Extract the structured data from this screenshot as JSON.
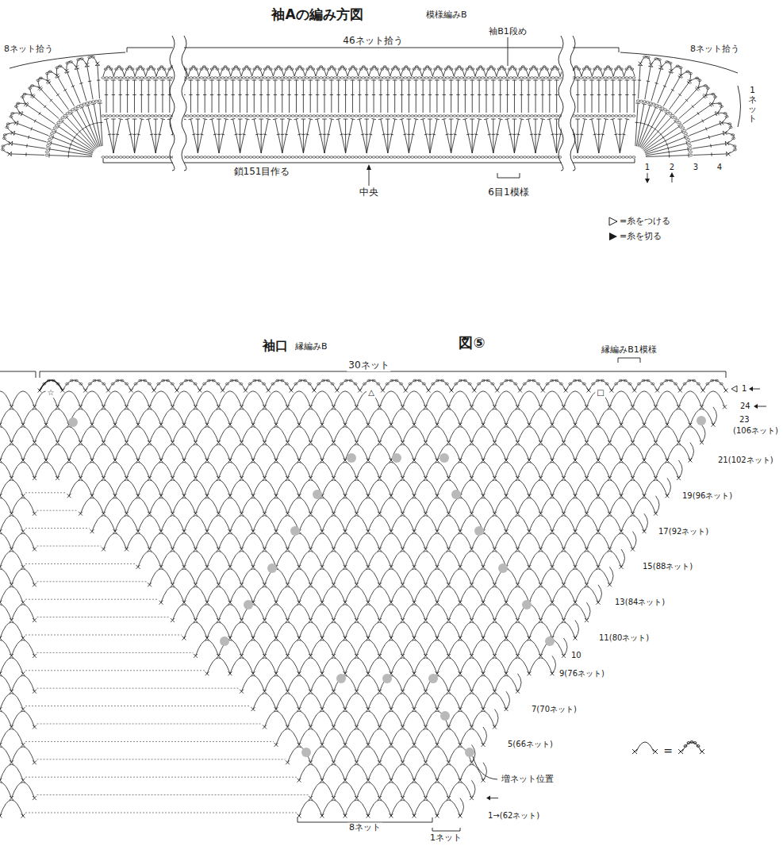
{
  "diagram": {
    "title": "袖Aの編み方図",
    "labels": [
      "模様編みB",
      "8ネット拾う",
      "46ネット拾う",
      "袖B1段め",
      "8ネット拾う",
      "1ネット",
      "鎖151目作る",
      "中央",
      "6目1模様",
      "1",
      "2",
      "3",
      "4",
      "袖口",
      "縁編みB",
      "図⑤",
      "縁編みB1模様",
      "30ネット",
      "☆",
      "△",
      "□",
      "1",
      "24",
      "23",
      "(106ネット)",
      "21(102ネット)",
      "19(96ネット)",
      "17(92ネット)",
      "15(88ネット)",
      "13(84ネット)",
      "11(80ネット)",
      "10",
      "9(76ネット)",
      "7(70ネット)",
      "5(66ネット)",
      "増ネット位置",
      "1→(62ネット)",
      "8ネット",
      "1ネット",
      "="
    ],
    "legend": [
      {
        "text": "=糸をつける"
      },
      {
        "text": "=糸を切る"
      }
    ]
  }
}
